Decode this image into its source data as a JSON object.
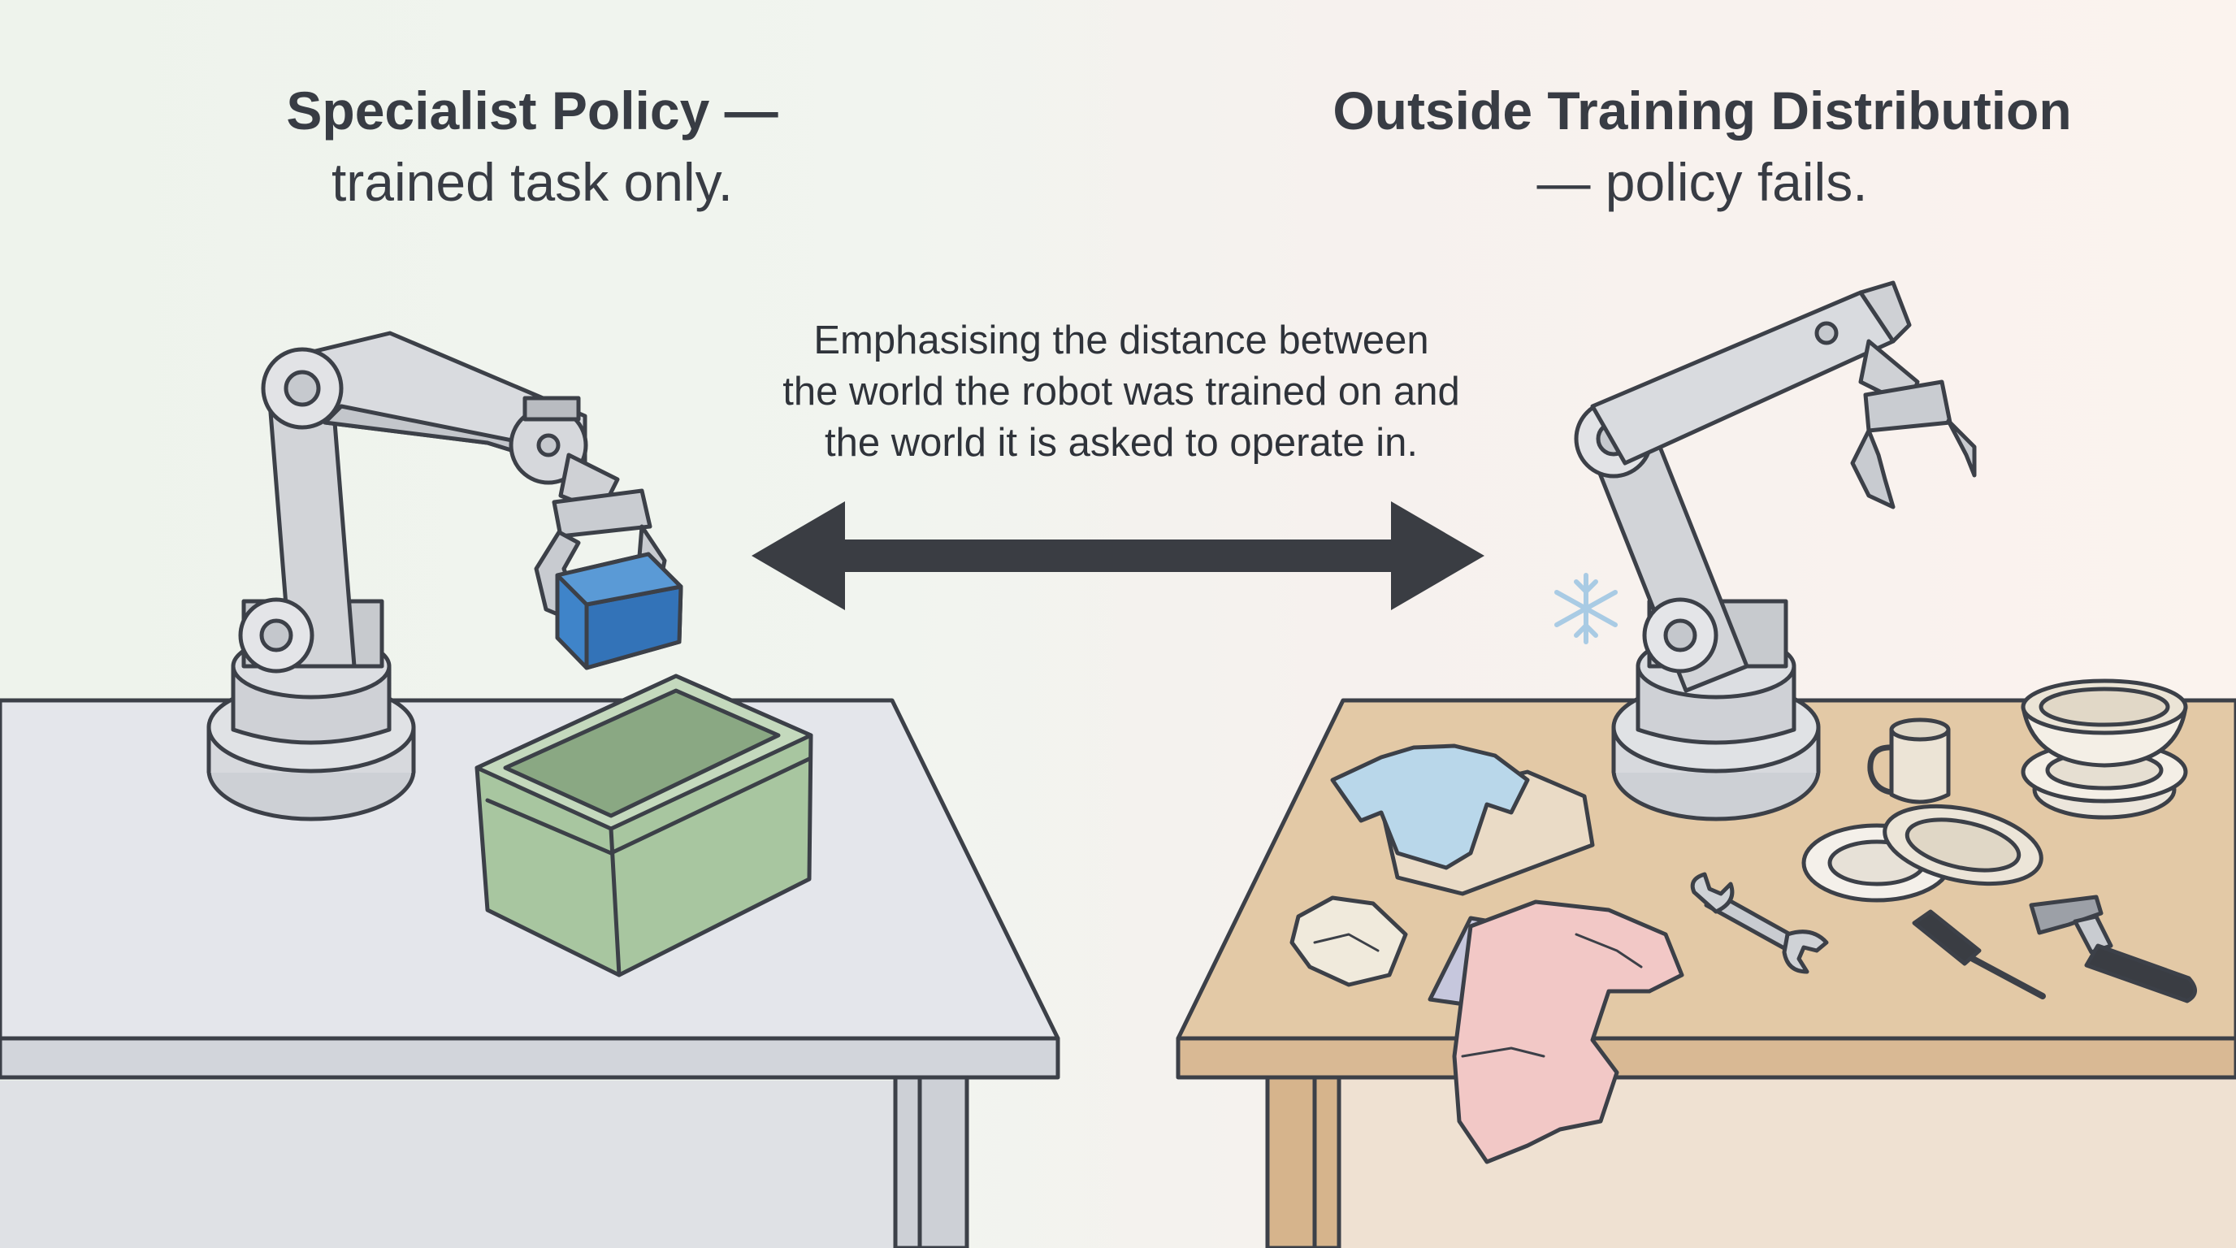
{
  "left_panel": {
    "heading_bold": "Specialist Policy —",
    "heading_light": "trained task only."
  },
  "right_panel": {
    "heading_bold": "Outside Training Distribution",
    "heading_light": "— policy fails."
  },
  "caption": {
    "line1": "Emphasising the distance between",
    "line2": "the world the robot was trained on and",
    "line3": "the world it is asked to operate in."
  },
  "colors": {
    "outline": "#3c4048",
    "robot_metal": "#d4d6da",
    "cube_blue": "#3f84c9",
    "bin_green": "#a8c6a0",
    "left_table": "#e3e5ea",
    "right_table": "#e3c9a6",
    "arrow": "#3a3d43",
    "snowflake": "#a9cbe4"
  },
  "icons": [
    "robot-arm-icon",
    "cube-icon",
    "bin-icon",
    "snowflake-icon",
    "double-arrow-icon",
    "shirt-icon",
    "cloth-icon",
    "cup-icon",
    "bowl-icon",
    "plate-icon",
    "wrench-icon",
    "screwdriver-icon",
    "hammer-icon"
  ]
}
